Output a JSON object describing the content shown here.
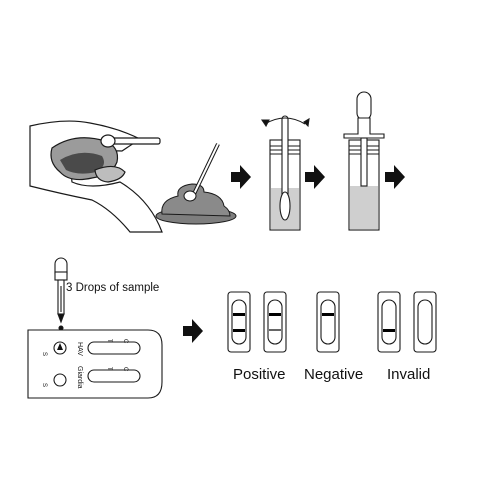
{
  "instructions": {
    "drops_label": "3 Drops of sample"
  },
  "cassette": {
    "rows": [
      {
        "side": "S",
        "name": "HAV",
        "lines": [
          "T",
          "C"
        ]
      },
      {
        "side": "S",
        "name": "Giardia",
        "lines": [
          "T",
          "C"
        ]
      }
    ]
  },
  "results": [
    {
      "label": "Positive"
    },
    {
      "label": "Negative"
    },
    {
      "label": "Invalid"
    }
  ],
  "colors": {
    "ink": "#1a1a1a",
    "stool": "#8a8a8a",
    "liquid": "#cfcfcf",
    "line": "#000000"
  }
}
